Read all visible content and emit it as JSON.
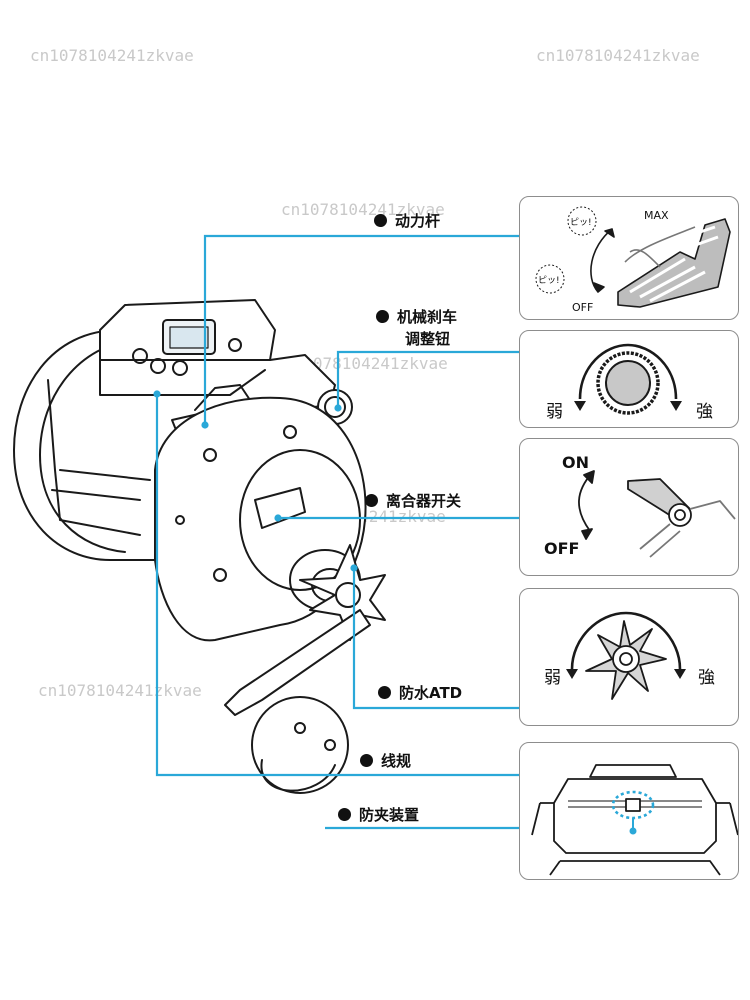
{
  "watermarks": [
    "cn1078104241zkvae",
    "cn1078104241zkvae",
    "cn1078104241zkvae",
    "cn1078104241zkvae",
    "cn1078104241zkvae",
    "cn1078104241zkvae",
    "cn1078104241zkvae"
  ],
  "labels": {
    "power_lever": "动力杆",
    "brake_line1": "机械刹车",
    "brake_line2": "调整钮",
    "clutch_switch": "离合器开关",
    "waterproof_atd": "防水ATD",
    "level_wind": "线规",
    "anti_pinch": "防夹装置"
  },
  "insets": {
    "lever": {
      "max": "MAX",
      "off": "OFF",
      "beep1": "ピッ!",
      "beep2": "ピッ!"
    },
    "brake": {
      "weak": "弱",
      "strong": "強"
    },
    "clutch": {
      "on": "ON",
      "off": "OFF"
    },
    "drag": {
      "weak": "弱",
      "strong": "強"
    }
  },
  "colors": {
    "callout": "#2aa8d8",
    "outline": "#1a1a1a",
    "inset_border": "#8d8d8d",
    "watermark": "#c9c9c9"
  }
}
